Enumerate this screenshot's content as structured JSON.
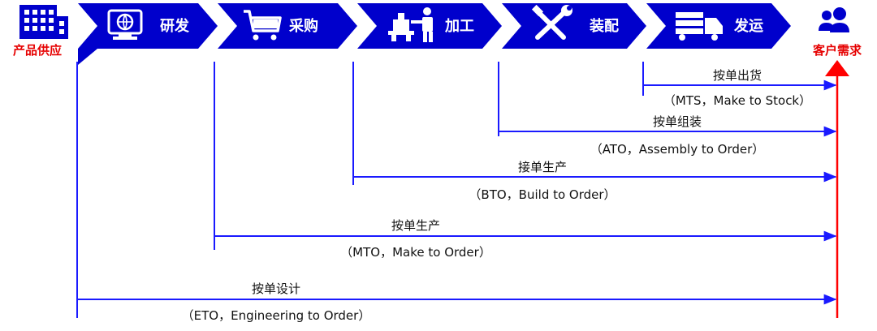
{
  "supply": {
    "label": "产品供应",
    "icon": "building-icon"
  },
  "demand": {
    "label": "客户需求",
    "icon": "users-icon"
  },
  "stages": [
    {
      "label": "研发",
      "icon": "globe-monitor-icon"
    },
    {
      "label": "采购",
      "icon": "shopping-cart-icon"
    },
    {
      "label": "加工",
      "icon": "machining-worker-icon"
    },
    {
      "label": "装配",
      "icon": "wrench-screwdriver-icon"
    },
    {
      "label": "发运",
      "icon": "delivery-truck-icon"
    }
  ],
  "flows": [
    {
      "title": "按单出货",
      "subtitle": "（MTS，Make to Stock）"
    },
    {
      "title": "按单组装",
      "subtitle": "（ATO，Assembly to Order）"
    },
    {
      "title": "接单生产",
      "subtitle": "（BTO，Build to Order）"
    },
    {
      "title": "按单生产",
      "subtitle": "（MTO，Make to Order）"
    },
    {
      "title": "按单设计",
      "subtitle": "（ETO，Engineering to Order）"
    }
  ],
  "colors": {
    "banner": "#0000cc",
    "line": "#1a1aff",
    "demand": "#ff0000",
    "supply_label": "#e60000"
  }
}
